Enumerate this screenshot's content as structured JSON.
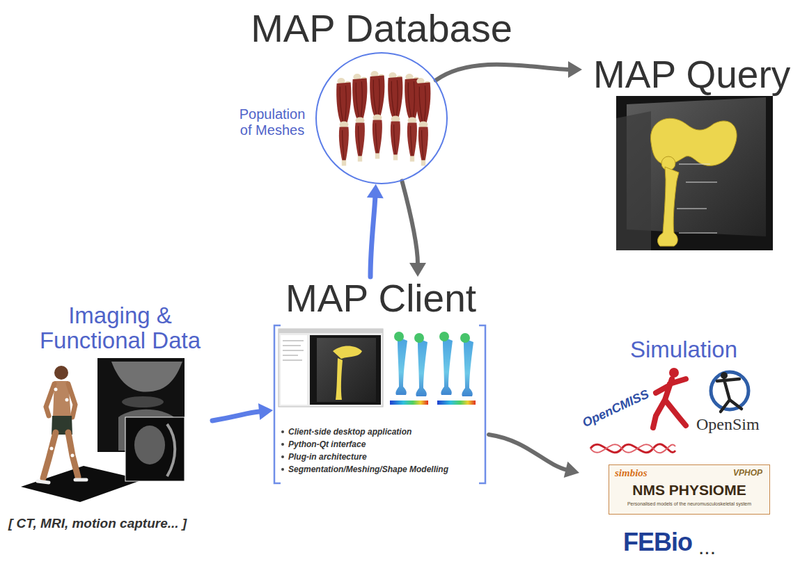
{
  "diagram": {
    "nodes": [
      {
        "text": [
          "MAP Database",
          "Population of Meshes"
        ]
      },
      {
        "text": [
          "MAP Query"
        ]
      },
      {
        "text": [
          "Imaging & Functional Data"
        ]
      },
      {
        "text": [
          "MAP Client",
          "Client-side desktop application",
          "Python-Qt interface",
          "Plug-in architecture",
          "Segmentation/Meshing/Shape Modelling"
        ]
      },
      {
        "text": [
          "Simulation"
        ]
      },
      {
        "text": [
          "simbios",
          "VPHOP",
          "NMS PHYSIOME",
          "Personalised models of the neuromusculoskeletal system"
        ],
        "in": 4
      }
    ],
    "edges": [
      {
        "from": 2,
        "to": 3,
        "arrow": "to"
      },
      {
        "from": 3,
        "to": 0,
        "arrow": "to"
      },
      {
        "from": 0,
        "to": 3,
        "arrow": "to"
      },
      {
        "from": 0,
        "to": 1,
        "arrow": "to"
      },
      {
        "from": 3,
        "to": 4,
        "arrow": "to"
      }
    ],
    "labels": [
      "[ CT, MRI, motion capture... ]",
      "OpenCMISS",
      "OpenSim",
      "FEBio",
      "..."
    ]
  }
}
